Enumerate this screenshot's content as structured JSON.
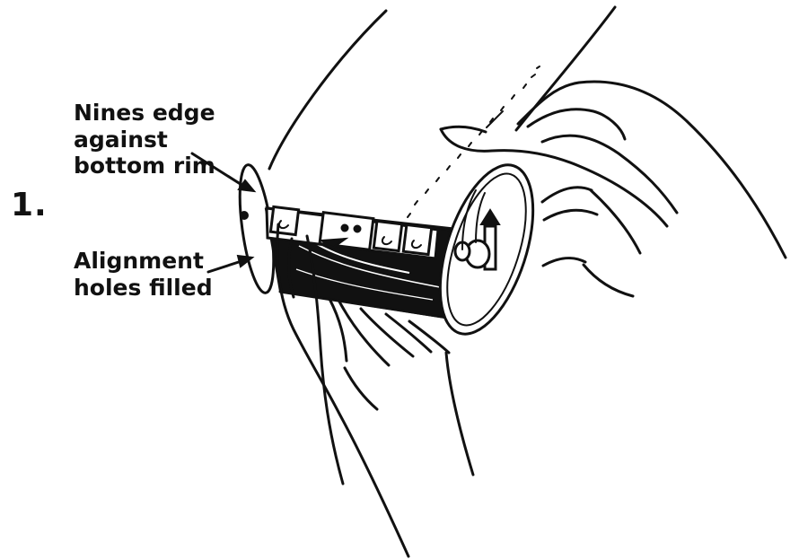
{
  "figure": {
    "step_number": "1.",
    "callouts": [
      {
        "text": "Nines edge\nagainst\nbottom rim"
      },
      {
        "text": "Alignment\nholes filled"
      }
    ]
  }
}
